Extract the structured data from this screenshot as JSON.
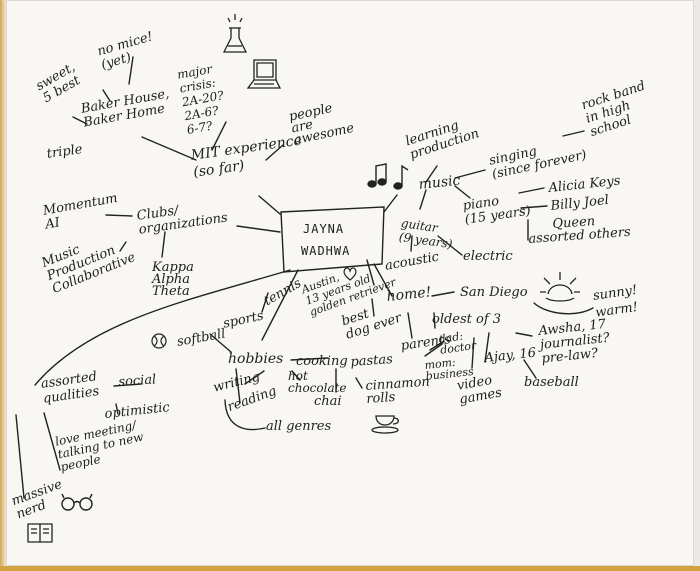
{
  "center": {
    "line1": "JAYNA",
    "line2": "WADHWA"
  },
  "branches": {
    "mit": {
      "label": "MIT experience\n(so far)",
      "people": "people\nare\nawesome",
      "baker": "Baker House,\nBaker Home",
      "sweet": "sweet,\n5 best",
      "mice": "no mice!\n(yet)",
      "triple": "triple",
      "major": "major\ncrisis:\n2A-20?\n2A-6?\n6-7?"
    },
    "clubs": {
      "label": "Clubs/\norganizations",
      "momentum": "Momentum\nAI",
      "music_prod": "Music\nProduction\nCollaborative",
      "kappa": "Kappa\nAlpha\nTheta"
    },
    "music": {
      "label": "music",
      "learning": "learning\nproduction",
      "singing": "singing\n(since forever)",
      "rockband": "rock band\nin high\nschool",
      "piano": "piano\n(15 years)",
      "alicia": "Alicia Keys",
      "billy": "Billy Joel",
      "queen": "Queen",
      "assorted_others": "assorted others",
      "guitar": "guitar\n(9 years)",
      "acoustic": "acoustic",
      "electric": "electric"
    },
    "home": {
      "label": "home!",
      "sandiego": "San Diego",
      "sunny": "sunny!\nwarm!",
      "austin": "Austin,\n13 years old\ngolden retriever",
      "bestdog": "best\ndog ever",
      "oldest": "oldest of 3",
      "parents": "parents",
      "dad": "dad:\ndoctor",
      "mom": "mom:\nbusiness",
      "ajay": "Ajay, 16",
      "awsha": "Awsha, 17\njournalist?\npre-law?",
      "videogames": "video\ngames",
      "baseball": "baseball"
    },
    "hobbies": {
      "label": "hobbies",
      "sports": "sports",
      "tennis": "tennis",
      "softball": "softball",
      "cooking": "cooking",
      "pastas": "pastas",
      "hotchoc": "hot\nchocolate",
      "chai": "chai",
      "cinnamon": "cinnamon\nrolls",
      "writing": "writing",
      "reading": "reading",
      "allgenres": "all genres"
    },
    "qualities": {
      "label": "assorted\nqualities",
      "social": "social",
      "optimistic": "optimistic",
      "love": "love meeting/\ntalking to new\npeople",
      "massive": "massive\nnerd"
    }
  },
  "colors": {
    "ink": "#202020",
    "paper": "#f8f7f4",
    "edge": "#d1a441"
  },
  "icons": [
    "flask-icon",
    "laptop-icon",
    "music-notes-icon",
    "heart-icon",
    "sun-icon",
    "softball-icon",
    "teacup-icon",
    "glasses-icon",
    "book-icon"
  ]
}
